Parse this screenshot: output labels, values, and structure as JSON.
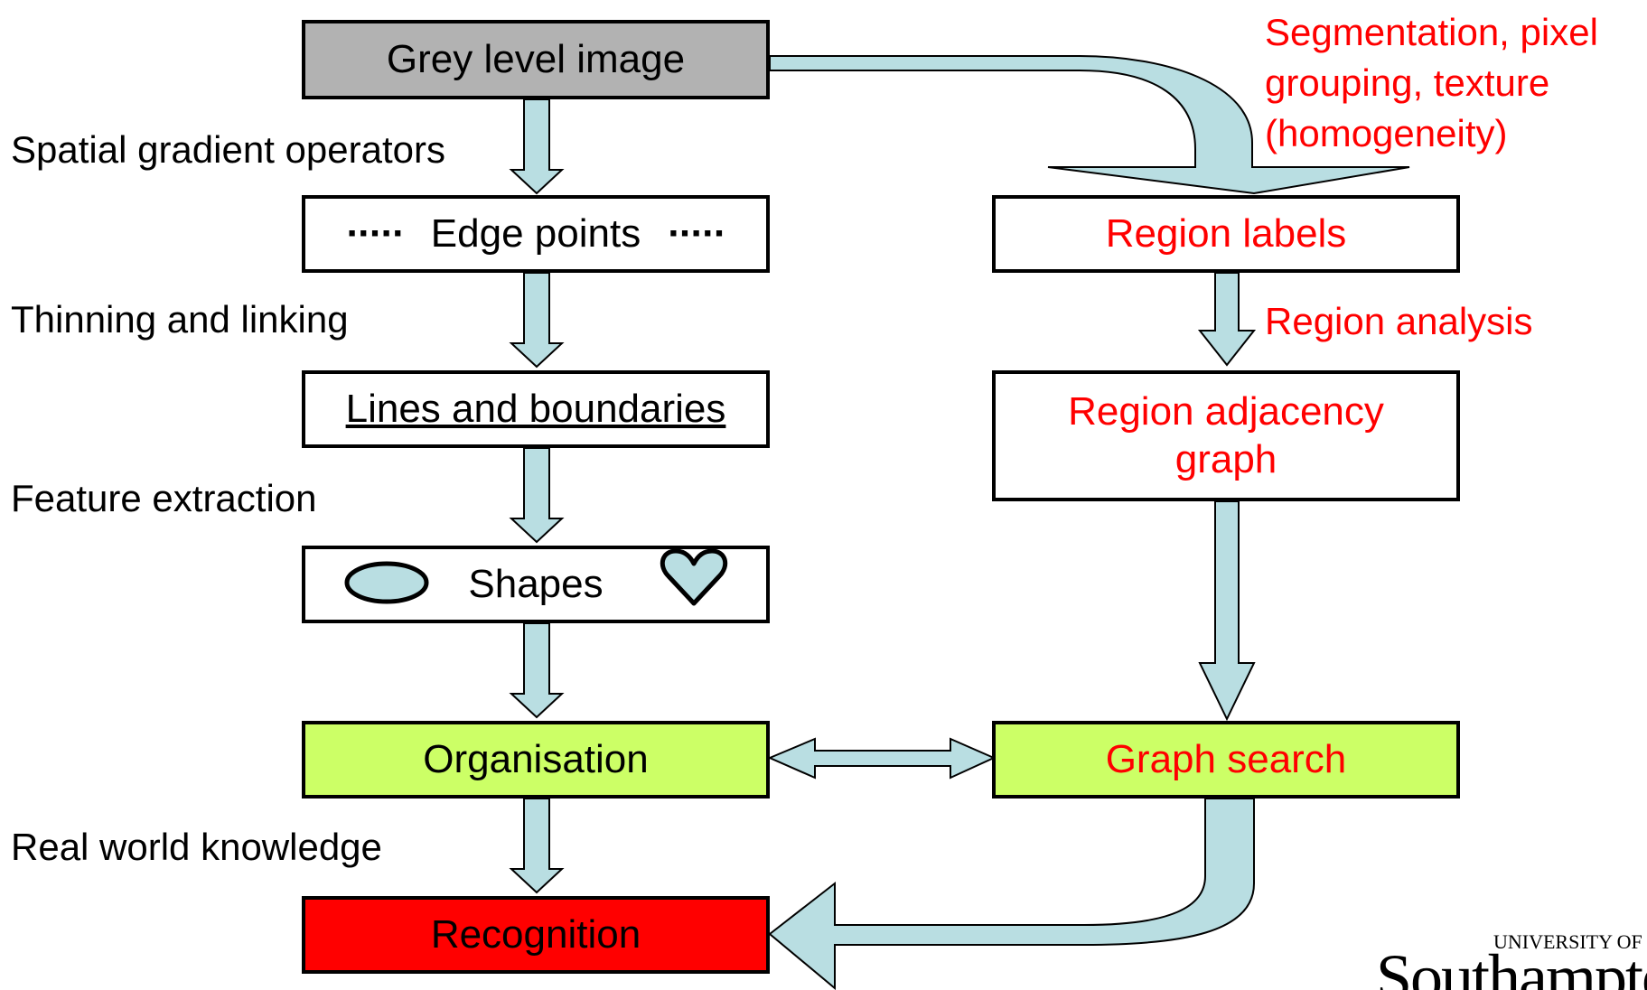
{
  "colors": {
    "arrow_fill": "#b9dee2",
    "grey_box": "#b2b2b2",
    "green_box": "#ccff66",
    "red_box": "#ff0000",
    "red_text": "#ff0000"
  },
  "boxes": {
    "grey_level_image": "Grey level image",
    "edge_points": "Edge points",
    "lines_and_boundaries": "Lines and boundaries",
    "shapes": "Shapes",
    "organisation": "Organisation",
    "recognition": "Recognition",
    "region_labels": "Region labels",
    "region_adjacency_graph": "Region adjacency graph",
    "graph_search": "Graph search"
  },
  "left_labels": {
    "spatial_gradient": "Spatial gradient operators",
    "thinning": "Thinning and linking",
    "feature_extraction": "Feature extraction",
    "real_world": "Real world knowledge"
  },
  "right_labels": {
    "segmentation_line1": "Segmentation, pixel",
    "segmentation_line2": "grouping, texture",
    "segmentation_line3": "(homogeneity)",
    "region_analysis": "Region analysis"
  },
  "decor": {
    "edge_dots": "·····"
  },
  "logo": {
    "small": "UNIVERSITY OF",
    "big": "Southampton"
  }
}
